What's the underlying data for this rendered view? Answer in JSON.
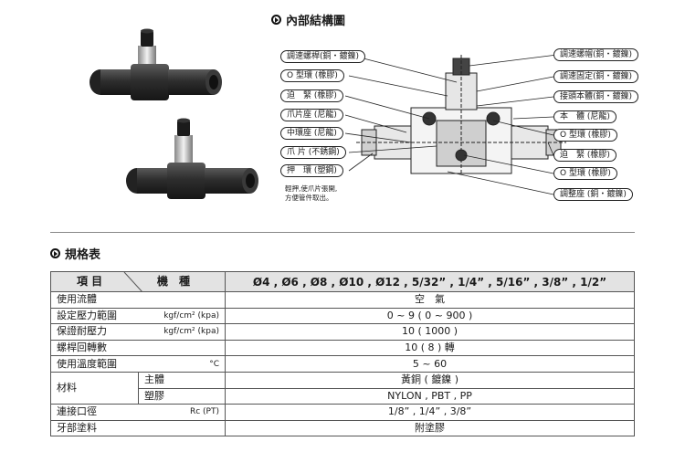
{
  "structure_title": "內部結構圖",
  "spec_title": "規格表",
  "note_lines": [
    "輕押,使爪片張開,",
    "方便管件取出。"
  ],
  "labels_left": [
    "調速螺桿(銅・鍍鎳)",
    "O 型環 (橡膠)",
    "迫　緊 (橡膠)",
    "爪片座 (尼龍)",
    "中環座 (尼龍)",
    "爪 片 (不銹鋼)",
    "押　環 (塑鋼)"
  ],
  "labels_right": [
    "調速螺帽(銅・鍍鎳)",
    "調速固定(銅・鍍鎳)",
    "接頭本體(銅・鍍鎳)",
    "本　體 (尼龍)",
    "O 型環 (橡膠)",
    "迫　緊 (橡膠)",
    "O 型環 (橡膠)",
    "調整座 (銅・鍍鎳)"
  ],
  "table": {
    "header_item": "項 目",
    "header_model": "機　種",
    "header_sizes": "Ø4 , Ø6 , Ø8 , Ø10 , Ø12 , 5/32” , 1/4” , 5/16” , 3/8” , 1/2”",
    "rows": [
      {
        "item": "使用流體",
        "sub": "",
        "value": "空　氣"
      },
      {
        "item": "設定壓力範圍",
        "sub": "kgf/cm² (kpa)",
        "value": "0 ~ 9 ( 0 ~ 900 )"
      },
      {
        "item": "保證耐壓力",
        "sub": "kgf/cm² (kpa)",
        "value": "10 ( 1000 )"
      },
      {
        "item": "螺桿回轉數",
        "sub": "",
        "value": "10 ( 8 ) 轉"
      },
      {
        "item": "使用溫度範圍",
        "sub": "°C",
        "value": "5 ~ 60"
      }
    ],
    "material_label": "材料",
    "material_rows": [
      {
        "sub": "主體",
        "value": "黃銅 ( 鍍鎳 )"
      },
      {
        "sub": "塑膠",
        "value": "NYLON , PBT , PP"
      }
    ],
    "rows_after": [
      {
        "item": "連接口徑",
        "sub": "Rc (PT)",
        "value": "1/8” , 1/4” , 3/8”"
      },
      {
        "item": "牙部塗料",
        "sub": "",
        "value": "附塗膠"
      }
    ]
  },
  "colors": {
    "header_bg": "#e3e3e3",
    "body_dark": "#2b2b2b",
    "nylon_grey": "#444444"
  }
}
